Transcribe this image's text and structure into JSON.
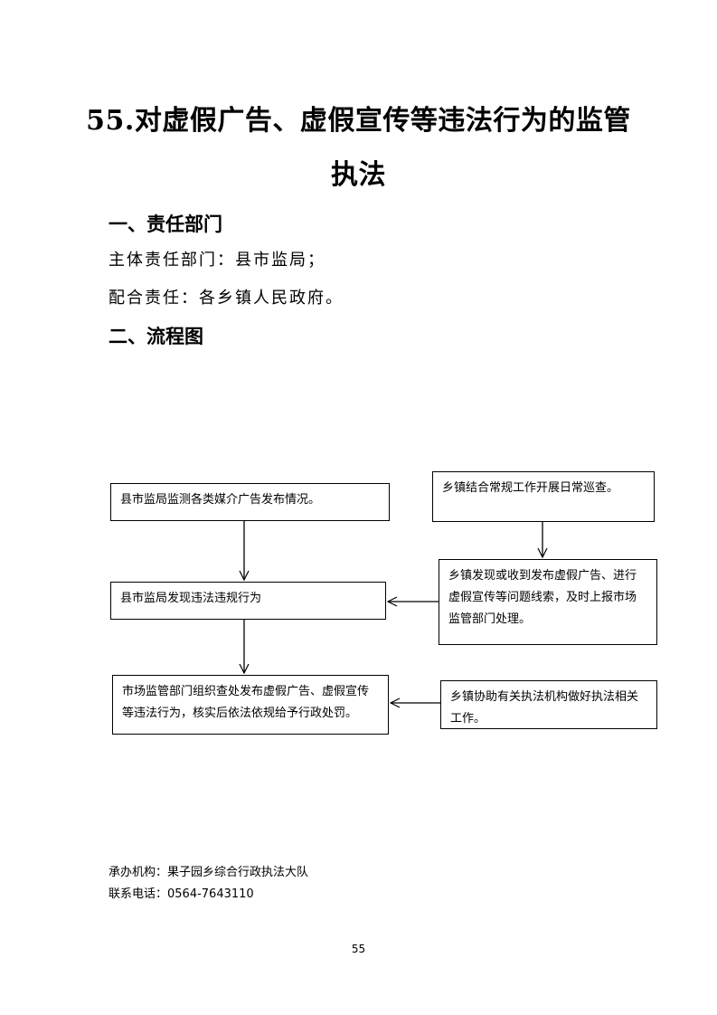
{
  "document": {
    "title_line1": "55.对虚假广告、虚假宣传等违法行为的监管",
    "title_line2": "执法",
    "section1_heading": "一、责任部门",
    "primary_dept": "主体责任部门：县市监局；",
    "cooperating_dept": "配合责任：各乡镇人民政府。",
    "section2_heading": "二、流程图"
  },
  "flowchart": {
    "box_monitor": "县市监局监测各类媒介广告发布情况。",
    "box_township_patrol": "乡镇结合常规工作开展日常巡查。",
    "box_discover": "县市监局发现违法违规行为",
    "box_township_report": "乡镇发现或收到发布虚假广告、进行虚假宣传等问题线索，及时上报市场监管部门处理。",
    "box_handle": "市场监管部门组织查处发布虚假广告、虚假宣传等违法行为，核实后依法依规给予行政处罚。",
    "box_township_assist": "乡镇协助有关执法机构做好执法相关工作。"
  },
  "footer": {
    "organizer": "承办机构：果子园乡综合行政执法大队",
    "phone": "联系电话：0564-7643110"
  },
  "page_number": "55"
}
